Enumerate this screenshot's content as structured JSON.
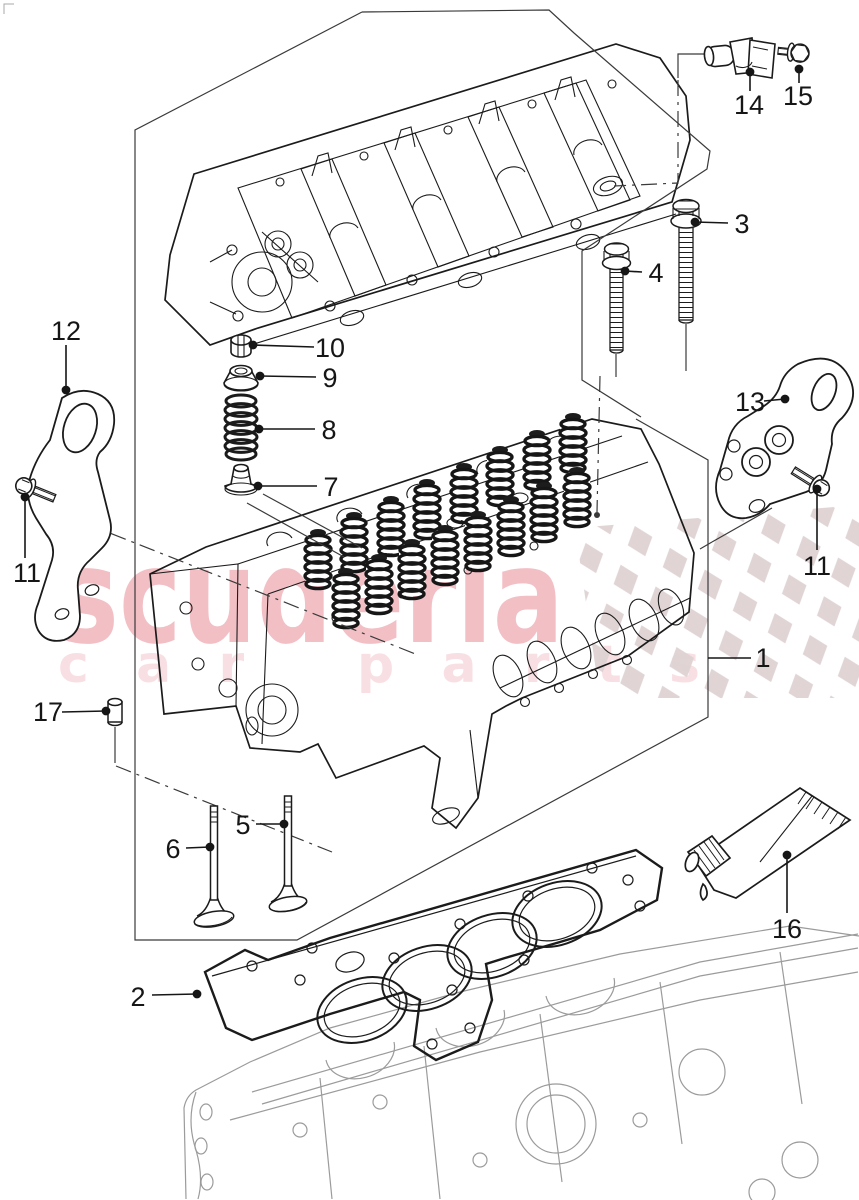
{
  "image": {
    "kind": "exploded-parts-diagram",
    "background": "#ffffff",
    "line_ink": "#1b1b1b",
    "construction_ink": "#3a3a3a",
    "block_ink": "#9b9b9b"
  },
  "watermark": {
    "word": "scuderia",
    "subtext": "car parts",
    "word_color": "#f0b4bc",
    "subtext_color": "#f8dce0",
    "flag_color": "#ded2d3"
  },
  "callouts": [
    {
      "label": "1"
    },
    {
      "label": "2"
    },
    {
      "label": "3"
    },
    {
      "label": "4"
    },
    {
      "label": "5"
    },
    {
      "label": "6"
    },
    {
      "label": "7"
    },
    {
      "label": "8"
    },
    {
      "label": "9"
    },
    {
      "label": "10"
    },
    {
      "label": "11"
    },
    {
      "label": "11"
    },
    {
      "label": "12"
    },
    {
      "label": "13"
    },
    {
      "label": "14"
    },
    {
      "label": "15"
    },
    {
      "label": "16"
    },
    {
      "label": "17"
    }
  ]
}
